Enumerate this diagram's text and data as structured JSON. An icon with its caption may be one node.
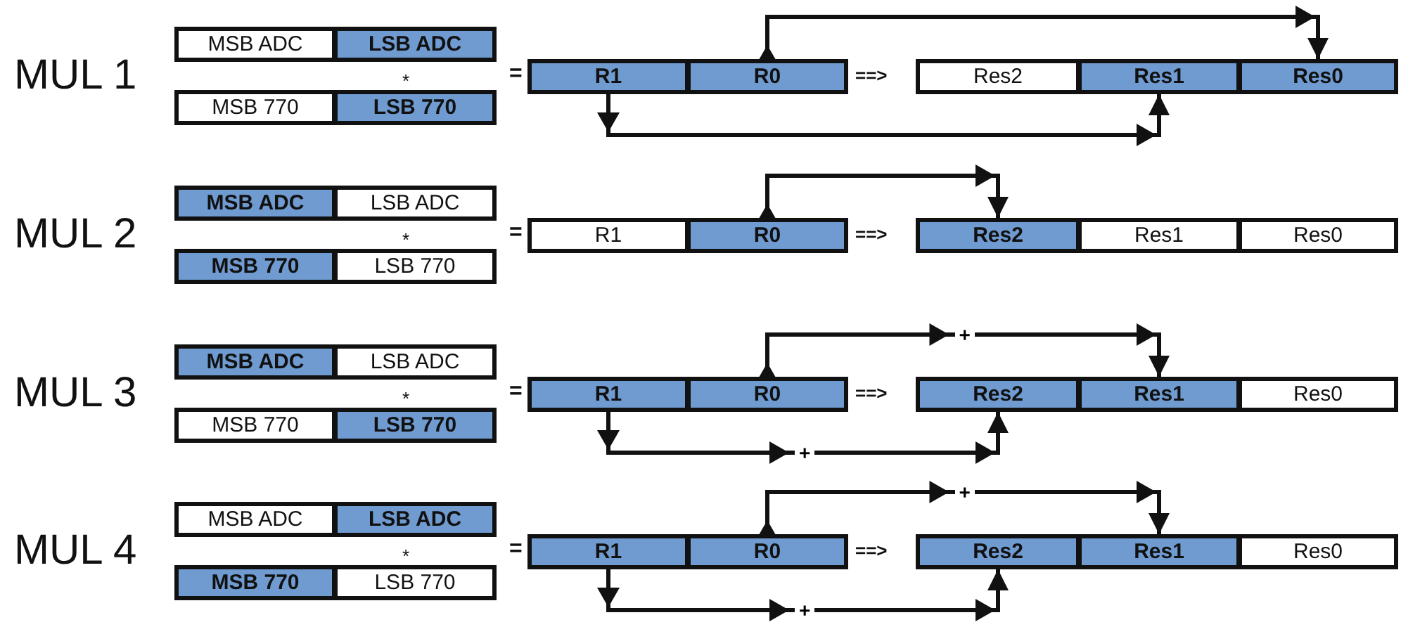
{
  "diagram": {
    "nodes": [
      {
        "text": [
          "MSB ADC"
        ]
      },
      {
        "text": [
          "LSB ADC"
        ]
      },
      {
        "text": [
          "MSB 770"
        ]
      },
      {
        "text": [
          "LSB 770"
        ]
      },
      {
        "text": [
          "R1"
        ]
      },
      {
        "text": [
          "R0"
        ]
      },
      {
        "text": [
          "Res2"
        ]
      },
      {
        "text": [
          "Res1"
        ]
      },
      {
        "text": [
          "Res0"
        ]
      },
      {
        "text": [
          "MSB ADC"
        ]
      },
      {
        "text": [
          "LSB ADC"
        ]
      },
      {
        "text": [
          "MSB 770"
        ]
      },
      {
        "text": [
          "LSB 770"
        ]
      },
      {
        "text": [
          "R1"
        ]
      },
      {
        "text": [
          "R0"
        ]
      },
      {
        "text": [
          "Res2"
        ]
      },
      {
        "text": [
          "Res1"
        ]
      },
      {
        "text": [
          "Res0"
        ]
      },
      {
        "text": [
          "MSB ADC"
        ]
      },
      {
        "text": [
          "LSB ADC"
        ]
      },
      {
        "text": [
          "MSB 770"
        ]
      },
      {
        "text": [
          "LSB 770"
        ]
      },
      {
        "text": [
          "R1"
        ]
      },
      {
        "text": [
          "R0"
        ]
      },
      {
        "text": [
          "Res2"
        ]
      },
      {
        "text": [
          "Res1"
        ]
      },
      {
        "text": [
          "Res0"
        ]
      },
      {
        "text": [
          "MSB ADC"
        ]
      },
      {
        "text": [
          "LSB ADC"
        ]
      },
      {
        "text": [
          "MSB 770"
        ]
      },
      {
        "text": [
          "LSB 770"
        ]
      },
      {
        "text": [
          "R1"
        ]
      },
      {
        "text": [
          "R0"
        ]
      },
      {
        "text": [
          "Res2"
        ]
      },
      {
        "text": [
          "Res1"
        ]
      },
      {
        "text": [
          "Res0"
        ]
      }
    ],
    "edges": [
      {
        "from": 5,
        "to": 8,
        "arrow": "to"
      },
      {
        "from": 4,
        "to": 7,
        "arrow": "to"
      },
      {
        "from": 14,
        "to": 15,
        "arrow": "to"
      },
      {
        "from": 23,
        "to": 25,
        "arrow": "to",
        "label": "+"
      },
      {
        "from": 22,
        "to": 24,
        "arrow": "to",
        "label": "+"
      },
      {
        "from": 32,
        "to": 34,
        "arrow": "to",
        "label": "+"
      },
      {
        "from": 31,
        "to": 33,
        "arrow": "to",
        "label": "+"
      }
    ],
    "labels": [
      "MUL 1",
      "*",
      "=",
      "==>",
      "MUL 2",
      "*",
      "=",
      "==>",
      "MUL 3",
      "*",
      "=",
      "==>",
      "MUL 4",
      "*",
      "=",
      "==>"
    ]
  }
}
